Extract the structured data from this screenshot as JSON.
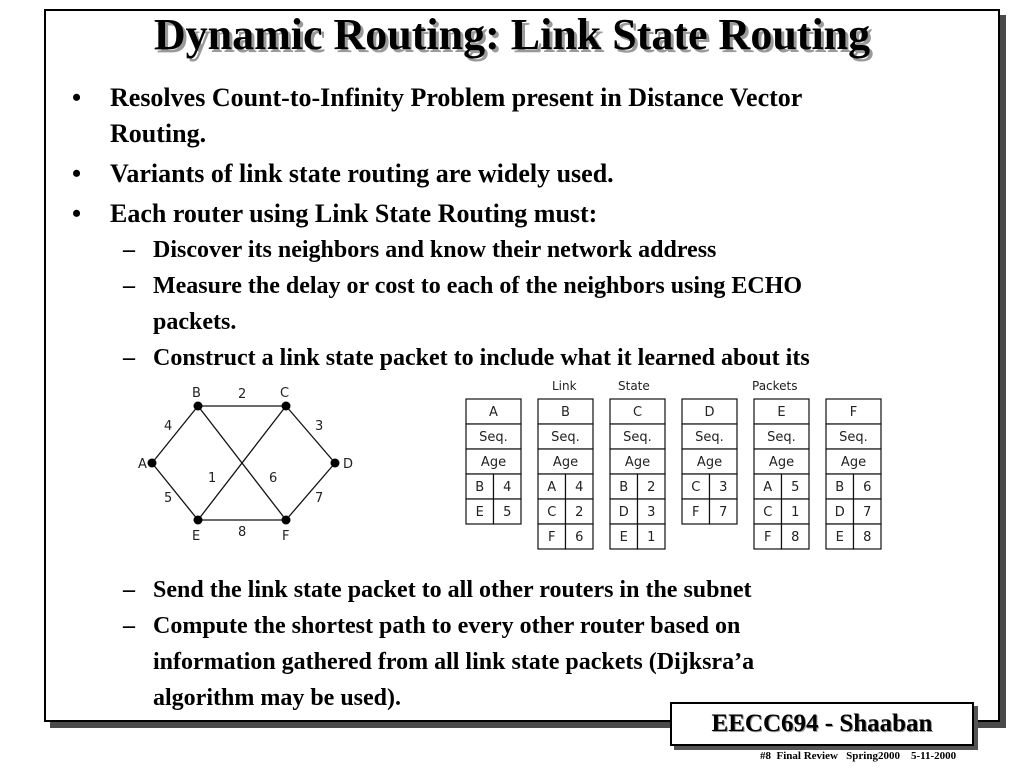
{
  "slide": {
    "title": "Dynamic Routing: Link State Routing",
    "bullets": [
      "Resolves Count-to-Infinity Problem present in Distance Vector",
      "Routing.",
      "Variants of link state routing are widely used.",
      "Each router using Link State Routing must:"
    ],
    "sub_bullets": [
      "Discover its neighbors and know their network address",
      "Measure the delay or cost to each of the neighbors using ECHO",
      "packets.",
      "Construct a link state packet to include what it  learned about its",
      "Send the link state packet to all other routers in the subnet",
      "Compute the shortest path to every other router based on",
      "information gathered from all link state packets (Dijksra’a",
      "algorithm may be used)."
    ],
    "bullet_mark": "•",
    "dash_mark": "–"
  },
  "figure": {
    "header_words": [
      "Link",
      "State",
      "Packets"
    ],
    "nodes": [
      "A",
      "B",
      "C",
      "D",
      "E",
      "F"
    ],
    "edges": [
      {
        "from": "A",
        "to": "B",
        "cost": "4"
      },
      {
        "from": "B",
        "to": "C",
        "cost": "2"
      },
      {
        "from": "C",
        "to": "D",
        "cost": "3"
      },
      {
        "from": "A",
        "to": "E",
        "cost": "5"
      },
      {
        "from": "E",
        "to": "F",
        "cost": "8"
      },
      {
        "from": "F",
        "to": "D",
        "cost": "7"
      },
      {
        "from": "B",
        "to": "F",
        "cost": "6"
      },
      {
        "from": "C",
        "to": "E",
        "cost": "1"
      }
    ],
    "packets": [
      {
        "router": "A",
        "seq": "Seq.",
        "age": "Age",
        "entries": [
          [
            "B",
            "4"
          ],
          [
            "E",
            "5"
          ]
        ]
      },
      {
        "router": "B",
        "seq": "Seq.",
        "age": "Age",
        "entries": [
          [
            "A",
            "4"
          ],
          [
            "C",
            "2"
          ],
          [
            "F",
            "6"
          ]
        ]
      },
      {
        "router": "C",
        "seq": "Seq.",
        "age": "Age",
        "entries": [
          [
            "B",
            "2"
          ],
          [
            "D",
            "3"
          ],
          [
            "E",
            "1"
          ]
        ]
      },
      {
        "router": "D",
        "seq": "Seq.",
        "age": "Age",
        "entries": [
          [
            "C",
            "3"
          ],
          [
            "F",
            "7"
          ]
        ]
      },
      {
        "router": "E",
        "seq": "Seq.",
        "age": "Age",
        "entries": [
          [
            "A",
            "5"
          ],
          [
            "C",
            "1"
          ],
          [
            "F",
            "8"
          ]
        ]
      },
      {
        "router": "F",
        "seq": "Seq.",
        "age": "Age",
        "entries": [
          [
            "B",
            "6"
          ],
          [
            "D",
            "7"
          ],
          [
            "E",
            "8"
          ]
        ]
      }
    ]
  },
  "badge": "EECC694 - Shaaban",
  "footer": "#8  Final Review   Spring2000    5-11-2000"
}
